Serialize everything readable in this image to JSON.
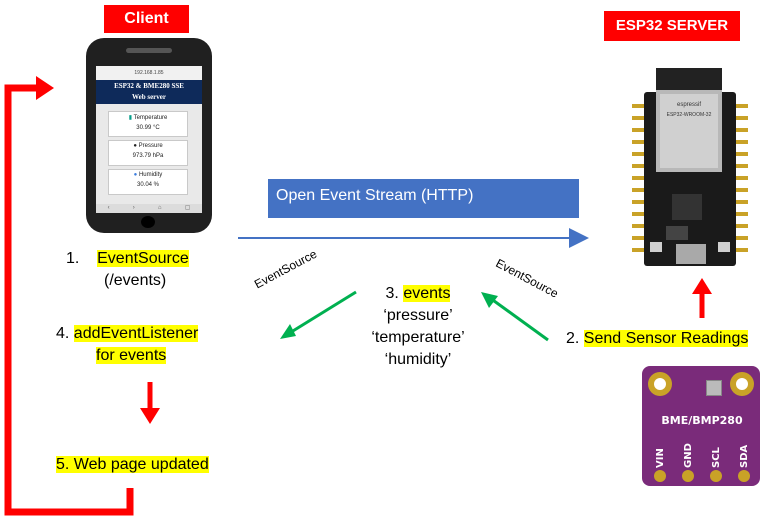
{
  "client_label": "Client",
  "server_label": "ESP32 SERVER",
  "phone": {
    "url": "192.168.1.85",
    "title_line1": "ESP32 & BME280 SSE",
    "title_line2": "Web server",
    "cards": [
      {
        "label": "Temperature",
        "value": "30.99 °C",
        "icon": "thermometer-icon"
      },
      {
        "label": "Pressure",
        "value": "973.79 hPa",
        "icon": "gauge-icon"
      },
      {
        "label": "Humidity",
        "value": "30.04 %",
        "icon": "droplet-icon"
      }
    ]
  },
  "board": {
    "brand": "espressif",
    "module": "ESP32-WROOM-32"
  },
  "sensor": {
    "name": "BME/BMP280",
    "pins": [
      "VIN",
      "GND",
      "SCL",
      "SDA"
    ]
  },
  "stream_bar": "Open Event Stream (HTTP)",
  "steps": {
    "s1_num": "1.",
    "s1_hl": "EventSource",
    "s1_sub": "(/events)",
    "s2_num": "2.",
    "s2_hl": "Send Sensor Readings",
    "s3_num": "3.",
    "s3_hl": "events",
    "s3_lines": [
      "‘pressure’",
      "‘temperature’",
      "‘humidity’"
    ],
    "s4_num": "4.",
    "s4_hl_line1": "addEventListener",
    "s4_hl_line2": "for events",
    "s5_num": "5.",
    "s5_hl": "Web page updated"
  },
  "diag_labels": {
    "left": "EventSource",
    "right": "EventSource"
  },
  "colors": {
    "red": "#ff0000",
    "blue": "#4472c4",
    "green": "#00b050",
    "highlight": "#ffff00"
  }
}
